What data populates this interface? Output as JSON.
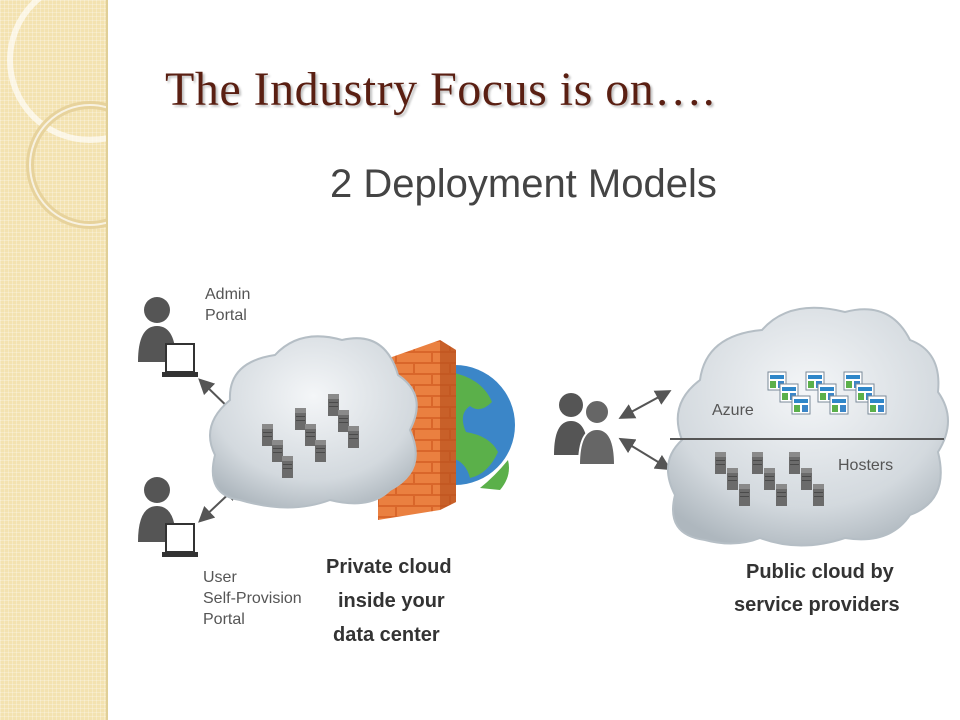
{
  "slide": {
    "title": "The Industry Focus is on…."
  },
  "diagram": {
    "heading": "2 Deployment Models",
    "private": {
      "admin_label": [
        "Admin",
        "Portal"
      ],
      "user_label": [
        "User",
        "Self-Provision",
        "Portal"
      ],
      "caption": [
        "Private cloud",
        "inside your",
        "data center"
      ]
    },
    "public": {
      "azure_label": "Azure",
      "hosters_label": "Hosters",
      "caption": [
        "Public cloud by",
        "service providers"
      ]
    }
  },
  "colors": {
    "title": "#5a1f12",
    "band": "#f3e2b0",
    "brick": "#e2742f",
    "globe_ocean": "#3b86c8",
    "globe_land": "#5bb04a",
    "person": "#555555",
    "cloud": "#c9d1d8"
  }
}
